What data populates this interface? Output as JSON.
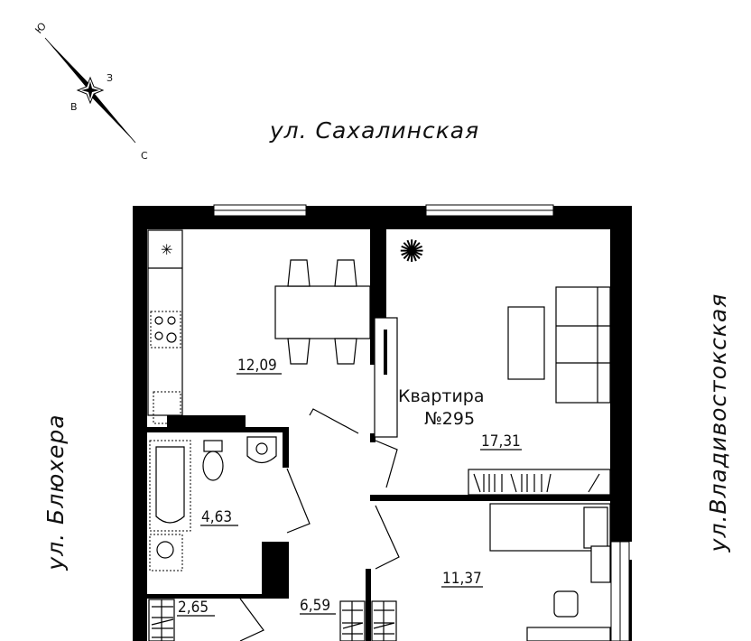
{
  "compass": {
    "south": "Ю",
    "west": "З",
    "east": "В",
    "north": "С"
  },
  "streets": {
    "top": "ул. Сахалинская",
    "left": "ул. Блюхера",
    "right": "ул.Владивостокская"
  },
  "apartment": {
    "label": "Квартира",
    "number": "№295"
  },
  "rooms": {
    "kitchen": "12,09",
    "living": "17,31",
    "bathroom": "4,63",
    "bedroom": "11,37",
    "storage": "2,65",
    "hallway": "6,59"
  }
}
